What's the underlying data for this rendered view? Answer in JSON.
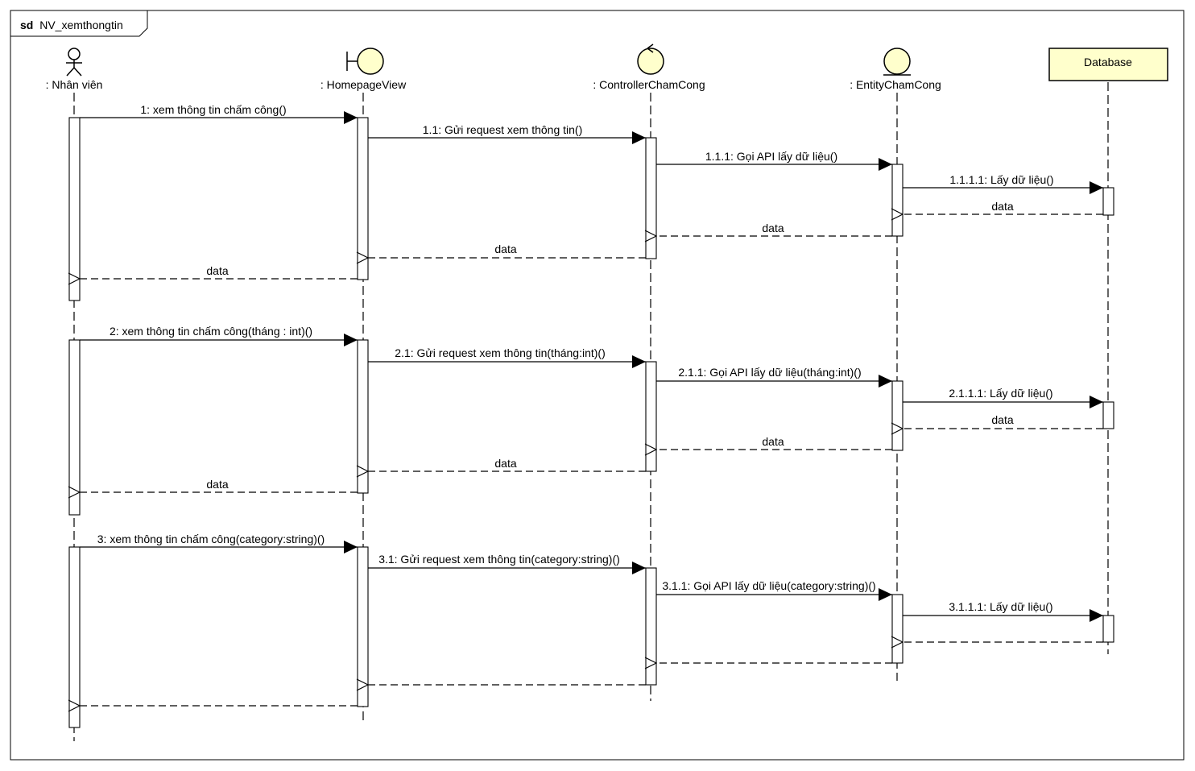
{
  "frame": {
    "keyword": "sd",
    "name": "NV_xemthongtin"
  },
  "lifelines": [
    {
      "id": "nv",
      "label": ": Nhân viên",
      "type": "actor"
    },
    {
      "id": "hv",
      "label": ": HomepageView",
      "type": "boundary"
    },
    {
      "id": "cc",
      "label": ": ControllerChamCong",
      "type": "control"
    },
    {
      "id": "ec",
      "label": ": EntityChamCong",
      "type": "entity"
    },
    {
      "id": "db",
      "label": "Database",
      "type": "box"
    }
  ],
  "sequences": [
    {
      "calls": [
        {
          "from": "nv",
          "to": "hv",
          "label": "1: xem thông tin chấm công()"
        },
        {
          "from": "hv",
          "to": "cc",
          "label": "1.1: Gửi request xem thông tin()"
        },
        {
          "from": "cc",
          "to": "ec",
          "label": "1.1.1: Gọi API lấy dữ liệu()"
        },
        {
          "from": "ec",
          "to": "db",
          "label": "1.1.1.1: Lấy dữ liệu()"
        }
      ],
      "returns": [
        {
          "from": "db",
          "to": "ec",
          "label": "data"
        },
        {
          "from": "ec",
          "to": "cc",
          "label": "data"
        },
        {
          "from": "cc",
          "to": "hv",
          "label": "data"
        },
        {
          "from": "hv",
          "to": "nv",
          "label": "data"
        }
      ]
    },
    {
      "calls": [
        {
          "from": "nv",
          "to": "hv",
          "label": "2: xem thông tin chấm công(tháng : int)()"
        },
        {
          "from": "hv",
          "to": "cc",
          "label": "2.1: Gửi request xem thông tin(tháng:int)()"
        },
        {
          "from": "cc",
          "to": "ec",
          "label": "2.1.1: Gọi API lấy dữ liệu(tháng:int)()"
        },
        {
          "from": "ec",
          "to": "db",
          "label": "2.1.1.1: Lấy dữ liệu()"
        }
      ],
      "returns": [
        {
          "from": "db",
          "to": "ec",
          "label": "data"
        },
        {
          "from": "ec",
          "to": "cc",
          "label": "data"
        },
        {
          "from": "cc",
          "to": "hv",
          "label": "data"
        },
        {
          "from": "hv",
          "to": "nv",
          "label": "data"
        }
      ]
    },
    {
      "calls": [
        {
          "from": "nv",
          "to": "hv",
          "label": "3: xem thông tin chấm công(category:string)()"
        },
        {
          "from": "hv",
          "to": "cc",
          "label": "3.1: Gửi request xem thông tin(category:string)()"
        },
        {
          "from": "cc",
          "to": "ec",
          "label": "3.1.1: Gọi API lấy dữ liệu(category:string)()"
        },
        {
          "from": "ec",
          "to": "db",
          "label": "3.1.1.1: Lấy dữ liệu()"
        }
      ],
      "returns": [
        {
          "from": "db",
          "to": "ec",
          "label": ""
        },
        {
          "from": "ec",
          "to": "cc",
          "label": ""
        },
        {
          "from": "cc",
          "to": "hv",
          "label": ""
        },
        {
          "from": "hv",
          "to": "nv",
          "label": ""
        }
      ]
    }
  ],
  "colors": {
    "shape_fill": "#ffffcc",
    "line": "#000000",
    "background": "#ffffff"
  }
}
